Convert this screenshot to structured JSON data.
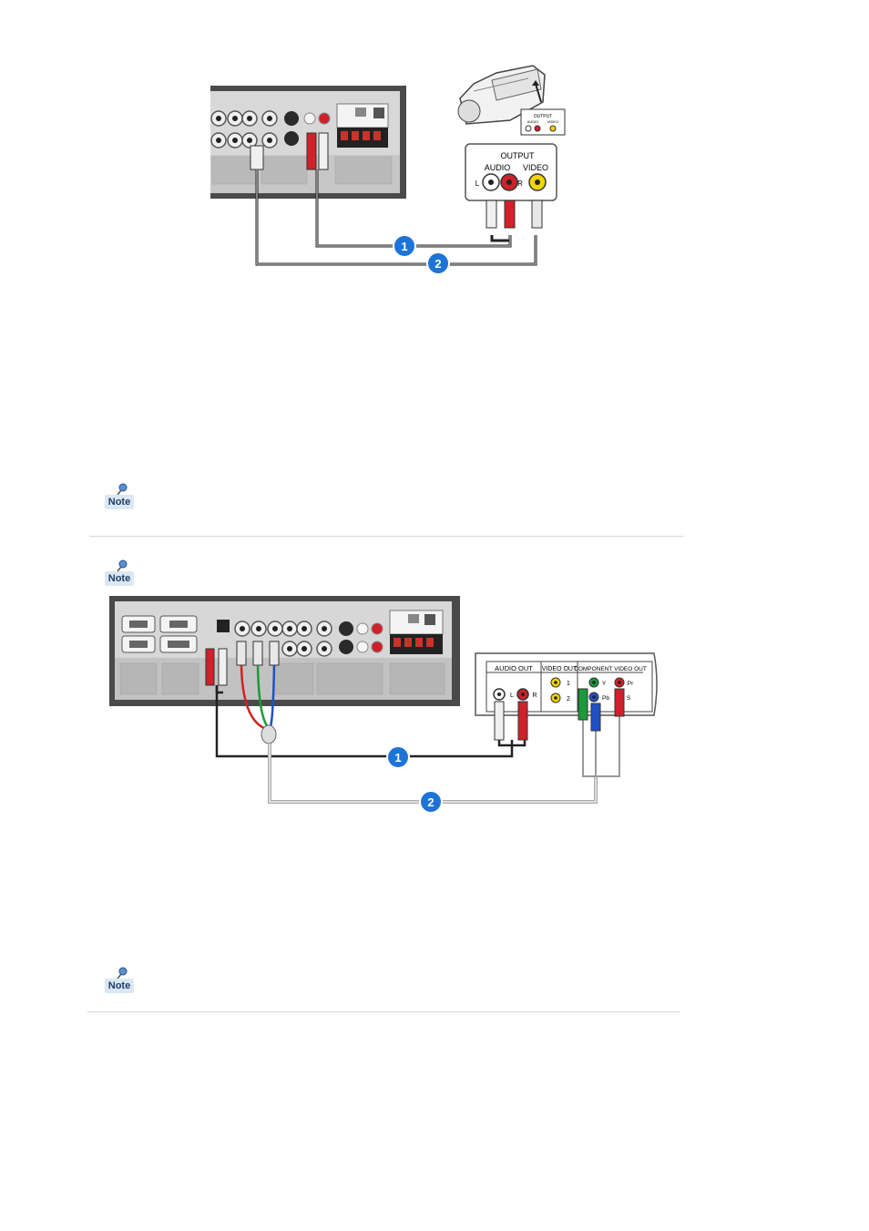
{
  "note_label": "Note",
  "figure1": {
    "output_box": {
      "title": "OUTPUT",
      "audio": "AUDIO",
      "video": "VIDEO",
      "left": "L",
      "right": "R"
    },
    "camcorder_tag": {
      "output": "OUTPUT",
      "audio": "AUDIO",
      "video": "VIDEO"
    },
    "callouts": [
      "1",
      "2"
    ]
  },
  "figure2": {
    "panel": {
      "audio_out": "AUDIO OUT",
      "video_out": "VIDEO OUT",
      "component_video_out": "COMPONENT VIDEO OUT",
      "left": "L",
      "right": "R",
      "video_1": "1",
      "video_2": "2",
      "y": "Y",
      "pb": "Pb",
      "pr": "Pr",
      "s": "S"
    },
    "callouts": [
      "1",
      "2"
    ]
  },
  "colors": {
    "callout": "#1d73d8",
    "panel_dark": "#3c3c3c",
    "panel_frame": "#4a4a4a",
    "rca_red": "#d0202a",
    "rca_yellow": "#f2d400",
    "rca_white": "#ffffff",
    "cable_green": "#1a9a3a",
    "cable_blue": "#2050c8",
    "cable_red": "#d42020",
    "note_badge": "#dbe8f4"
  }
}
